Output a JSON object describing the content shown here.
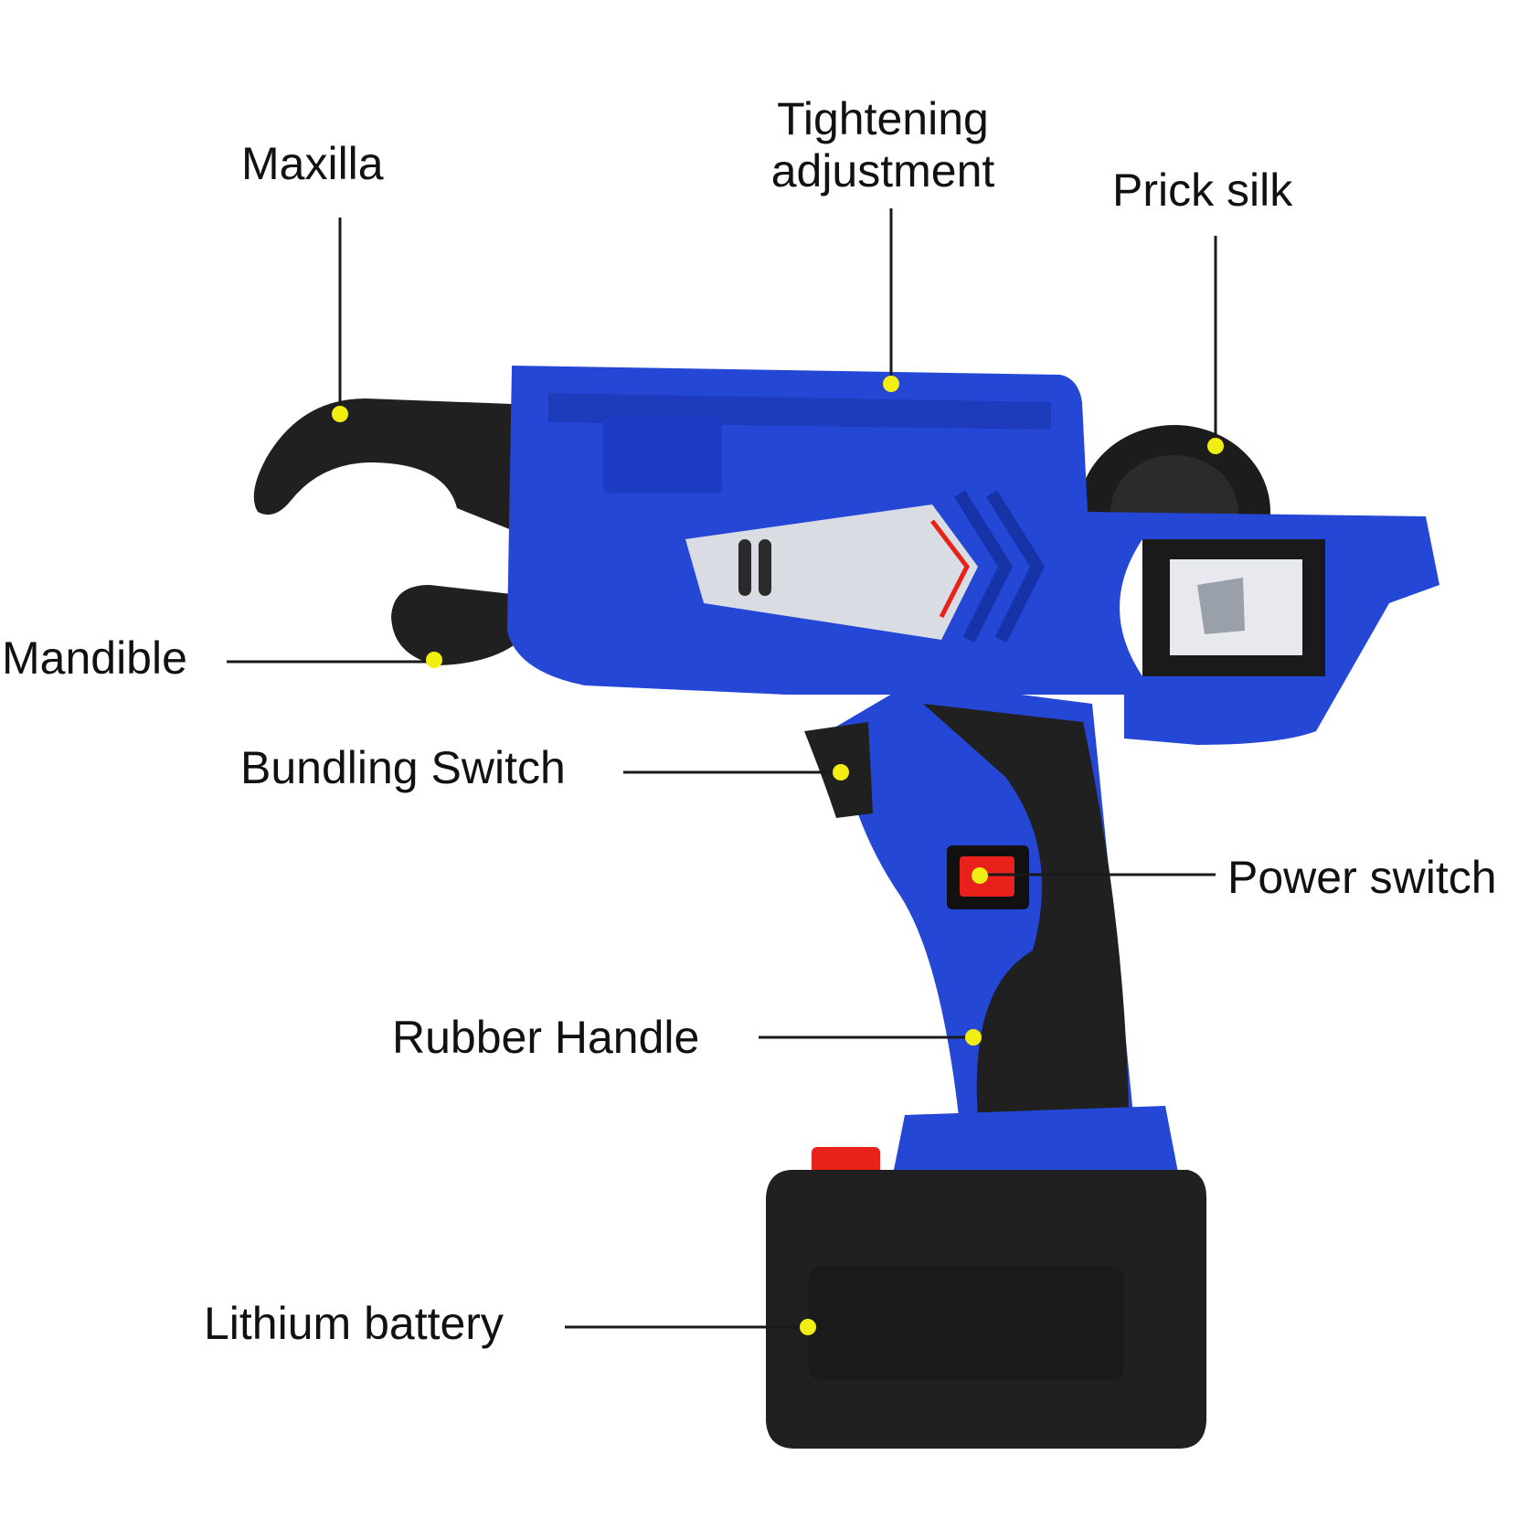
{
  "colors": {
    "body_blue": "#2447d6",
    "body_blue_dark": "#1733a8",
    "rubber_black": "#202020",
    "silver_panel": "#d9dce2",
    "accent_red": "#e8221b",
    "marker_yellow": "#f2ee12",
    "text": "#111111"
  },
  "labels": {
    "maxilla": "Maxilla",
    "tightening_1": "Tightening",
    "tightening_2": "adjustment",
    "prick_silk": "Prick silk",
    "mandible": "Mandible",
    "bundling_switch": "Bundling Switch",
    "power_switch": "Power switch",
    "rubber_handle": "Rubber Handle",
    "lithium_battery": "Lithium battery"
  }
}
